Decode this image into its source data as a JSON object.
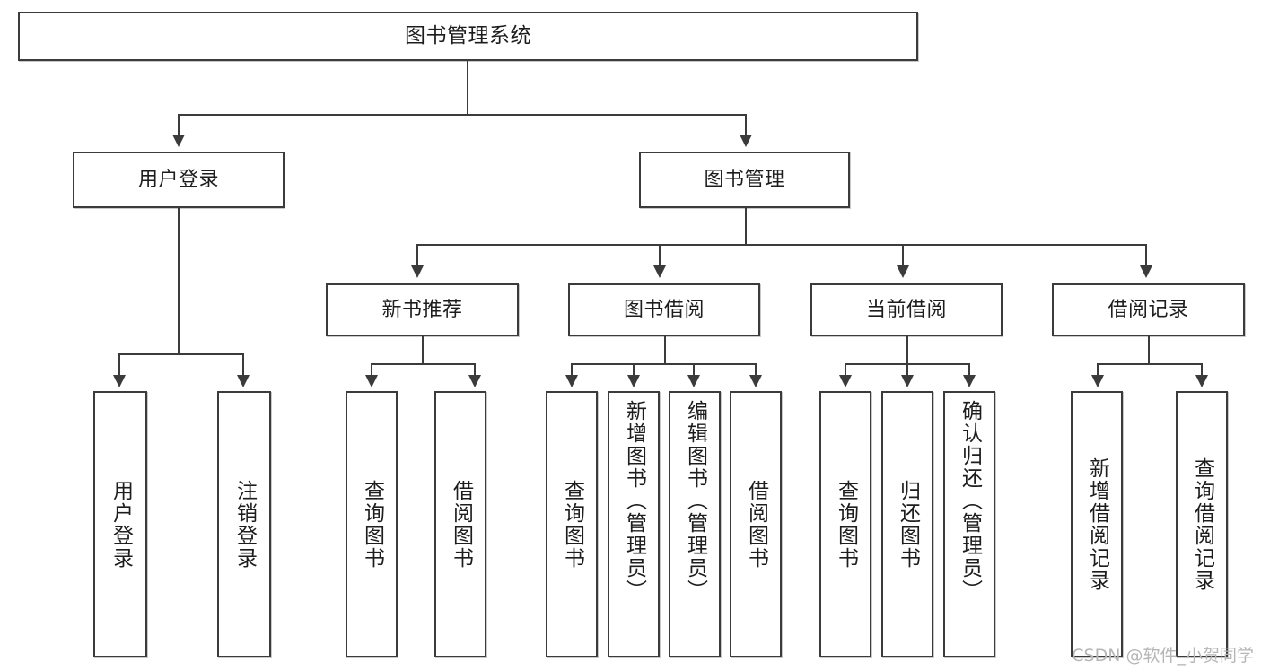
{
  "diagram": {
    "title": "图书管理系统",
    "type": "functional-structure-tree",
    "root": {
      "id": "root",
      "label": "图书管理系统"
    },
    "level2": [
      {
        "id": "user-login",
        "label": "用户登录"
      },
      {
        "id": "book-manage",
        "label": "图书管理"
      }
    ],
    "level3": [
      {
        "id": "new-book-recommend",
        "label": "新书推荐",
        "parent": "book-manage"
      },
      {
        "id": "book-borrow",
        "label": "图书借阅",
        "parent": "book-manage"
      },
      {
        "id": "current-borrow",
        "label": "当前借阅",
        "parent": "book-manage"
      },
      {
        "id": "borrow-record",
        "label": "借阅记录",
        "parent": "book-manage"
      }
    ],
    "leaves": {
      "user_login": [
        {
          "id": "leaf-user-login",
          "label": "用户登录"
        },
        {
          "id": "leaf-logout",
          "label": "注销登录"
        }
      ],
      "new_book_recommend": [
        {
          "id": "leaf-query-book-1",
          "label": "查询图书"
        },
        {
          "id": "leaf-borrow-book-1",
          "label": "借阅图书"
        }
      ],
      "book_borrow": [
        {
          "id": "leaf-query-book-2",
          "label": "查询图书"
        },
        {
          "id": "leaf-add-book",
          "label": "新增图书（管理员）"
        },
        {
          "id": "leaf-edit-book",
          "label": "编辑图书（管理员）"
        },
        {
          "id": "leaf-borrow-book-2",
          "label": "借阅图书"
        }
      ],
      "current_borrow": [
        {
          "id": "leaf-query-book-3",
          "label": "查询图书"
        },
        {
          "id": "leaf-return-book",
          "label": "归还图书"
        },
        {
          "id": "leaf-confirm-return",
          "label": "确认归还（管理员）"
        }
      ],
      "borrow_record": [
        {
          "id": "leaf-add-record",
          "label": "新增借阅记录"
        },
        {
          "id": "leaf-query-record",
          "label": "查询借阅记录"
        }
      ]
    }
  },
  "watermark": {
    "text": "CSDN @软件_小贺同学"
  },
  "colors": {
    "stroke": "#3b3b3b",
    "fill": "#ffffff",
    "text": "#1d1d1d",
    "watermark": "#b6b6b6",
    "shadow": "#c9c9c9"
  }
}
